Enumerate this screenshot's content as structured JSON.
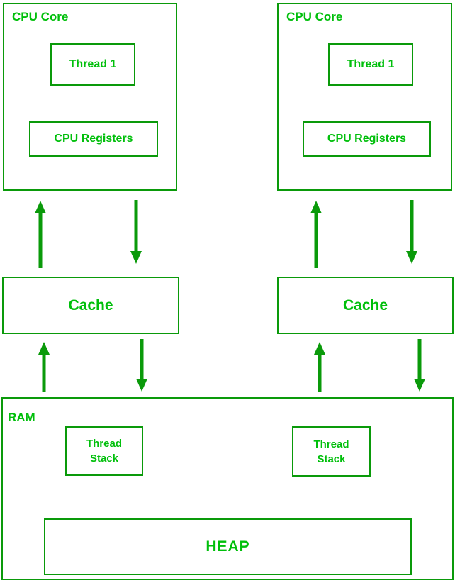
{
  "colors": {
    "line": "#0a9a0a",
    "text": "#00bf0b",
    "background": "#ffffff"
  },
  "cores": [
    {
      "label": "CPU Core",
      "thread_label": "Thread 1",
      "registers_label": "CPU Registers"
    },
    {
      "label": "CPU Core",
      "thread_label": "Thread 1",
      "registers_label": "CPU Registers"
    }
  ],
  "caches": [
    {
      "label": "Cache"
    },
    {
      "label": "Cache"
    }
  ],
  "ram": {
    "label": "RAM",
    "stacks": [
      {
        "label": "Thread\nStack"
      },
      {
        "label": "Thread\nStack"
      }
    ],
    "heap_label": "HEAP"
  },
  "arrows": [
    {
      "from": "cpu-core-left",
      "to": "cache-left",
      "direction": "up"
    },
    {
      "from": "cpu-core-left",
      "to": "cache-left",
      "direction": "down"
    },
    {
      "from": "cpu-core-right",
      "to": "cache-right",
      "direction": "up"
    },
    {
      "from": "cpu-core-right",
      "to": "cache-right",
      "direction": "down"
    },
    {
      "from": "cache-left",
      "to": "ram",
      "direction": "up"
    },
    {
      "from": "cache-left",
      "to": "ram",
      "direction": "down"
    },
    {
      "from": "cache-right",
      "to": "ram",
      "direction": "up"
    },
    {
      "from": "cache-right",
      "to": "ram",
      "direction": "down"
    }
  ]
}
